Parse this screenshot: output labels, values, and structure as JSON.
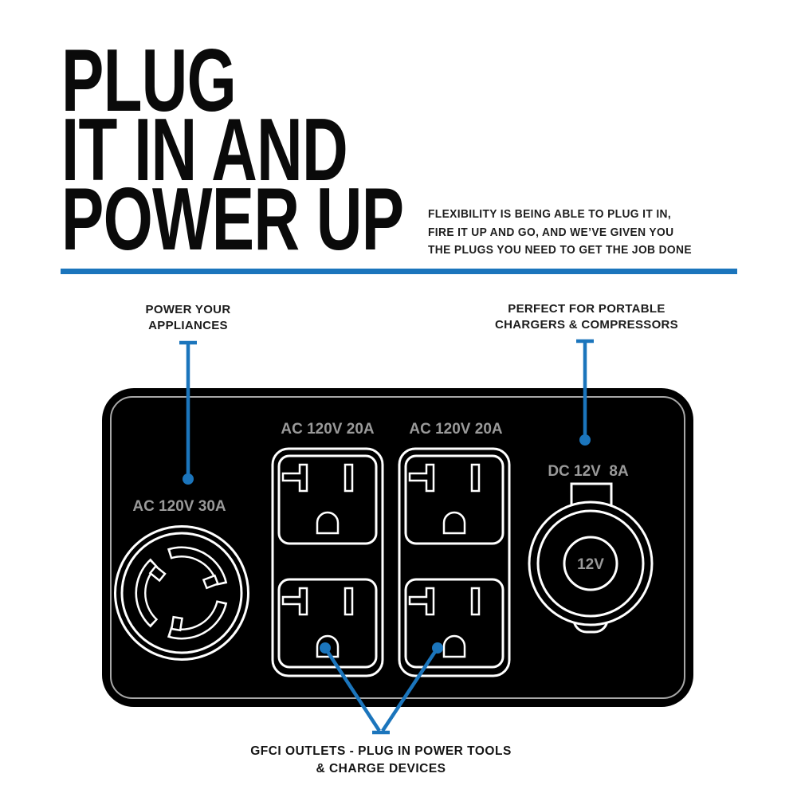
{
  "colors": {
    "accent_blue": "#1b75bc",
    "panel_black": "#000000",
    "panel_inner_border_gray": "#a8a8a8",
    "outlet_label_gray": "#9a9a9a",
    "outlet_stroke_white": "#ffffff",
    "text_dark": "#0a0a0a"
  },
  "header": {
    "title_lines": [
      "PLUG",
      "IT IN AND",
      "POWER UP"
    ],
    "subtitle_lines": [
      "FLEXIBILITY IS BEING ABLE TO PLUG IT IN,",
      "FIRE IT UP AND GO, AND WE’VE GIVEN YOU",
      "THE PLUGS YOU NEED TO GET THE JOB DONE"
    ]
  },
  "callouts": {
    "appliances": {
      "line1": "POWER YOUR",
      "line2": "APPLIANCES"
    },
    "chargers": {
      "line1": "PERFECT FOR PORTABLE",
      "line2": "CHARGERS & COMPRESSORS"
    },
    "gfci": {
      "line1": "GFCI OUTLETS - PLUG IN POWER TOOLS",
      "line2": "& CHARGE DEVICES"
    }
  },
  "panel": {
    "outlets": {
      "twist_lock_label": "AC 120V 30A",
      "duplex_left_label": "AC 120V 20A",
      "duplex_right_label": "AC 120V 20A",
      "dc_label": "DC 12V  8A",
      "dc_center_label": "12V"
    }
  }
}
